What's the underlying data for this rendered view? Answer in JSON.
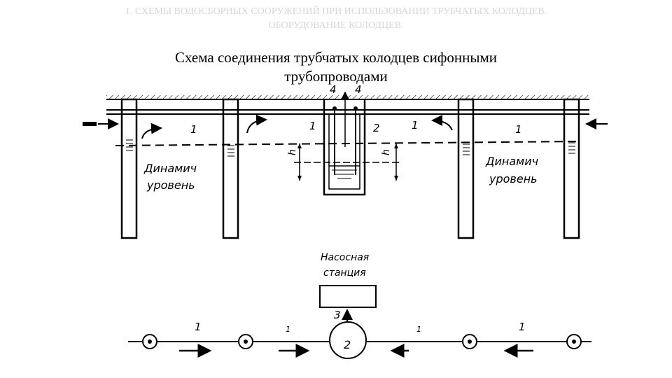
{
  "header": {
    "line1": "1. СХЕМЫ ВОДОСБОРНЫХ СООРУЖЕНИЙ ПРИ ИСПОЛЬЗОВАНИИ ТРУБЧАТЫХ КОЛОДЦЕВ.",
    "line2": "ОБОРУДОВАНИЕ КОЛОДЦЕВ."
  },
  "title": {
    "line1": "Схема соединения трубчатых колодцев сифонными",
    "line2": "трубопроводами"
  },
  "section": {
    "label_1": "1",
    "label_2": "2",
    "label_4": "4",
    "label_h": "h",
    "dyn_left_1": "Динамич",
    "dyn_left_2": "уровень",
    "dyn_right_1": "Динамич",
    "dyn_right_2": "уровень"
  },
  "plan": {
    "station_1": "Насосная",
    "station_2": "станция",
    "label_1": "1",
    "label_2": "2",
    "label_3": "3"
  }
}
